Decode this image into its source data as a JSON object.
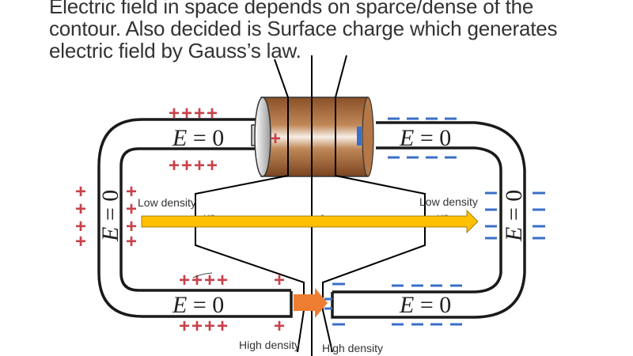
{
  "caption": {
    "lines": [
      "Electric field in space depends on sparce/dense of the",
      "contour. Also decided is Surface charge which generates",
      "electric field by Gauss’s law."
    ]
  },
  "diagram": {
    "field_label": "E = 0",
    "field_label_parts": {
      "var": "E",
      "rest": " = 0"
    },
    "positive_charges": "++++",
    "negative_charges": "− − − −",
    "battery_positive": "+",
    "battery_negative": "−",
    "annotations": {
      "low_density_left": "Low density",
      "low_density_right": "Low density",
      "high_density_left": "High density",
      "high_density_right": "High density"
    },
    "potential_labels": [
      "V/2",
      "0",
      "-V/2"
    ],
    "colors": {
      "positive": "#c8414b",
      "negative": "#3a6fc8",
      "battery": "#a8683a",
      "potential_arrow": "#ffc000",
      "gap_field_arrow": "#ed7d31",
      "wire": "#1a1a1a"
    }
  }
}
